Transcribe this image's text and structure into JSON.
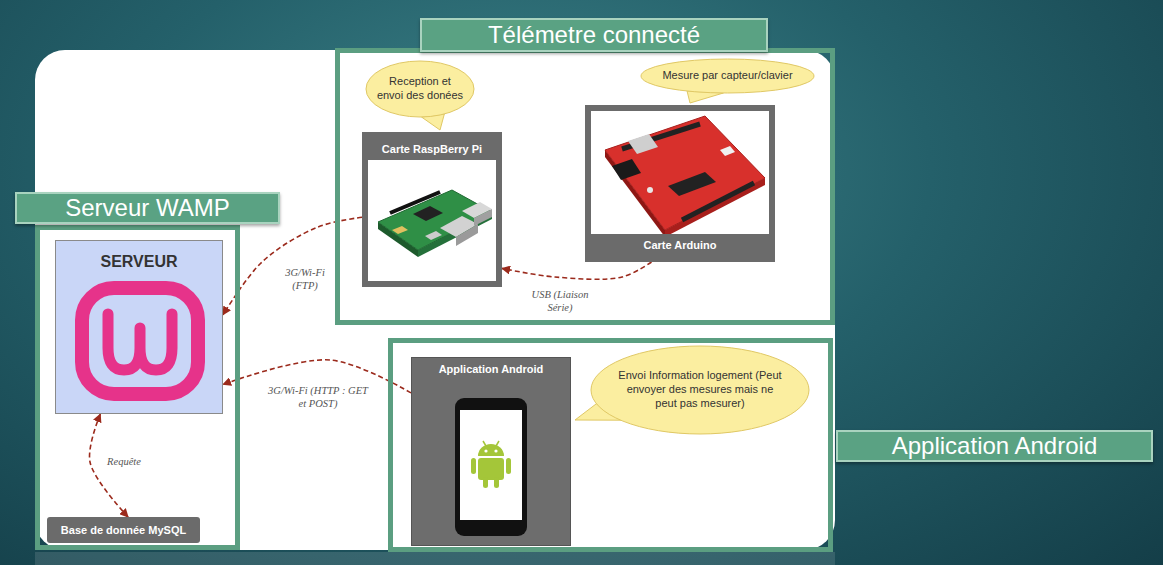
{
  "diagram": {
    "nodes": [
      {
        "text": [
          "Télémetre connecté"
        ]
      },
      {
        "text": [
          "Reception et envoi des donées"
        ],
        "in": 0
      },
      {
        "text": [
          "Carte RaspBerry Pi"
        ],
        "in": 0
      },
      {
        "text": [
          "Mesure par capteur/clavier"
        ],
        "in": 0
      },
      {
        "text": [
          "Carte Arduino"
        ],
        "in": 0
      },
      {
        "text": [
          "Serveur WAMP"
        ]
      },
      {
        "text": [
          "SERVEUR"
        ],
        "in": 5
      },
      {
        "text": [
          "Base de donnée MySQL"
        ],
        "in": 5
      },
      {
        "text": [
          "Application Android"
        ]
      },
      {
        "text": [
          "Application Android"
        ],
        "in": 8
      },
      {
        "text": [
          "Envoi Information logement (Peut envoyer des mesures mais ne peut pas mesurer)"
        ],
        "in": 8
      }
    ],
    "edges": [
      {
        "from": 4,
        "to": 2,
        "label": "USB (Liaison Série)",
        "arrow": "to"
      },
      {
        "from": 2,
        "to": 6,
        "label": "3G/Wi-Fi (FTP)",
        "arrow": "to"
      },
      {
        "from": 9,
        "to": 6,
        "label": "3G/Wi-Fi (HTTP : GET et POST)",
        "arrow": "to"
      },
      {
        "from": 6,
        "to": 7,
        "label": "Requête",
        "arrow": "both"
      }
    ]
  }
}
